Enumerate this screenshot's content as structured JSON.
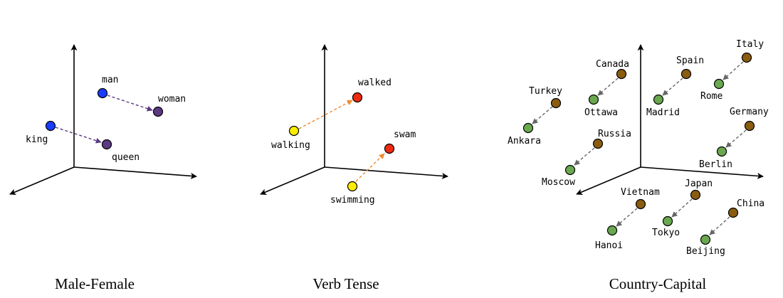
{
  "colors": {
    "male_female": {
      "from": "#1a3cff",
      "to": "#5b3a82",
      "arrow": "#5b3a82"
    },
    "verb_tense": {
      "from": "#ffee00",
      "to": "#ee2a10",
      "arrow": "#ef8a2e"
    },
    "country_capital": {
      "from": "#8a5c10",
      "to": "#69a84f",
      "arrow": "#666666"
    }
  },
  "panels": [
    {
      "caption": "Male-Female",
      "relation": "male_female",
      "pairs": [
        {
          "from": "man",
          "to": "woman"
        },
        {
          "from": "king",
          "to": "queen"
        }
      ]
    },
    {
      "caption": "Verb Tense",
      "relation": "verb_tense",
      "pairs": [
        {
          "from": "walking",
          "to": "walked"
        },
        {
          "from": "swimming",
          "to": "swam"
        }
      ]
    },
    {
      "caption": "Country-Capital",
      "relation": "country_capital",
      "pairs": [
        {
          "from": "Turkey",
          "to": "Ankara"
        },
        {
          "from": "Canada",
          "to": "Ottawa"
        },
        {
          "from": "Spain",
          "to": "Madrid"
        },
        {
          "from": "Italy",
          "to": "Rome"
        },
        {
          "from": "Germany",
          "to": "Berlin"
        },
        {
          "from": "Russia",
          "to": "Moscow"
        },
        {
          "from": "Vietnam",
          "to": "Hanoi"
        },
        {
          "from": "Japan",
          "to": "Tokyo"
        },
        {
          "from": "China",
          "to": "Beijing"
        }
      ]
    }
  ]
}
